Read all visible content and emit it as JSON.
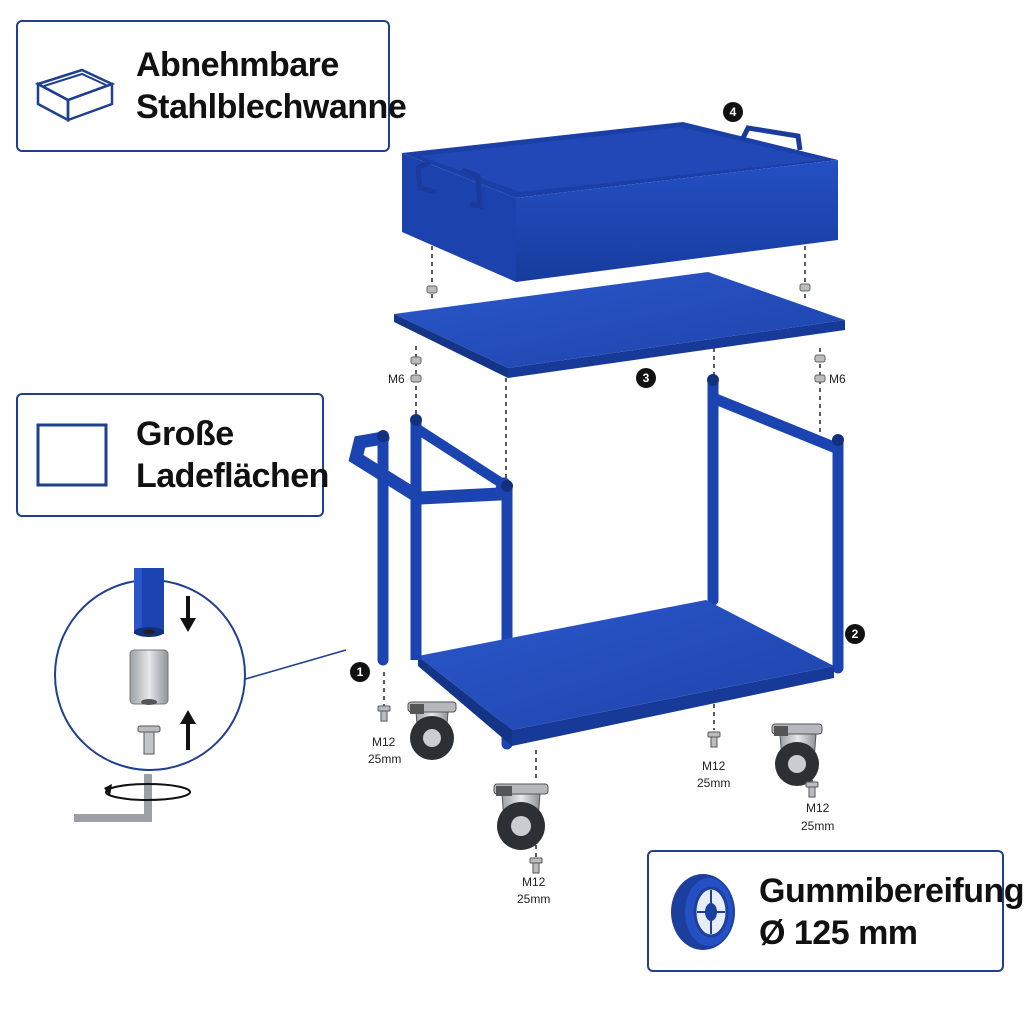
{
  "callouts": {
    "tray": {
      "line1": "Abnehmbare",
      "line2": "Stahlblechwanne",
      "icon": "tray-outline-icon"
    },
    "area": {
      "line1": "Große",
      "line2": "Ladeflächen",
      "icon": "rectangle-outline-icon"
    },
    "tyre": {
      "line1": "Gummibereifung",
      "line2": "Ø 125 mm",
      "icon": "wheel-icon"
    }
  },
  "steps": [
    "1",
    "2",
    "3",
    "4"
  ],
  "hardware": {
    "m6": "M6",
    "m12": "M12",
    "len25": "25mm"
  },
  "colors": {
    "cart_blue": "#1e47b8",
    "cart_dark": "#163a99",
    "border": "#1f3f8f"
  }
}
